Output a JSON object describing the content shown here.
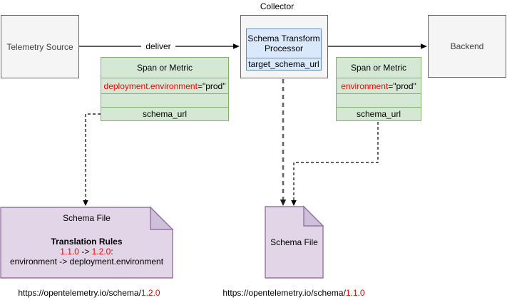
{
  "colors": {
    "red_accent": "#ff0000",
    "green_fill": "#d5e8d4",
    "green_border": "#82b366",
    "blue_fill": "#dae8fc",
    "blue_border": "#6c8ebf",
    "purple_fill": "#e1d5e7",
    "purple_fold": "#cfc0da",
    "purple_border": "#9673a6",
    "gray_fill": "#f5f5f5",
    "gray_border": "#666666"
  },
  "nodes": {
    "telemetry_source": {
      "label": "Telemetry Source"
    },
    "collector": {
      "label": "Collector"
    },
    "processor": {
      "title": "Schema Transform Processor",
      "field": "target_schema_url"
    },
    "backend": {
      "label": "Backend"
    },
    "span_left": {
      "title": "Span or Metric",
      "attr_key": "deployment.environment",
      "attr_value": "=\"prod\"",
      "field": "schema_url"
    },
    "span_right": {
      "title": "Span or Metric",
      "attr_key": "environment",
      "attr_value": "=\"prod\"",
      "field": "schema_url"
    },
    "schema_file_left": {
      "title": "Schema File",
      "rules_heading": "Translation Rules",
      "version_from": "1.1.0",
      "arrow": " -> ",
      "version_to": "1.2.0",
      "colon": ":",
      "rule": "environment -> deployment.environment"
    },
    "schema_file_mid": {
      "title": "Schema File"
    }
  },
  "edges": {
    "deliver_label": "deliver"
  },
  "footer": {
    "left_url": {
      "base": "https://opentelemetry.io/schema/",
      "version": "1.2.0"
    },
    "mid_url": {
      "base": "https://opentelemetry.io/schema/",
      "version": "1.1.0"
    }
  }
}
